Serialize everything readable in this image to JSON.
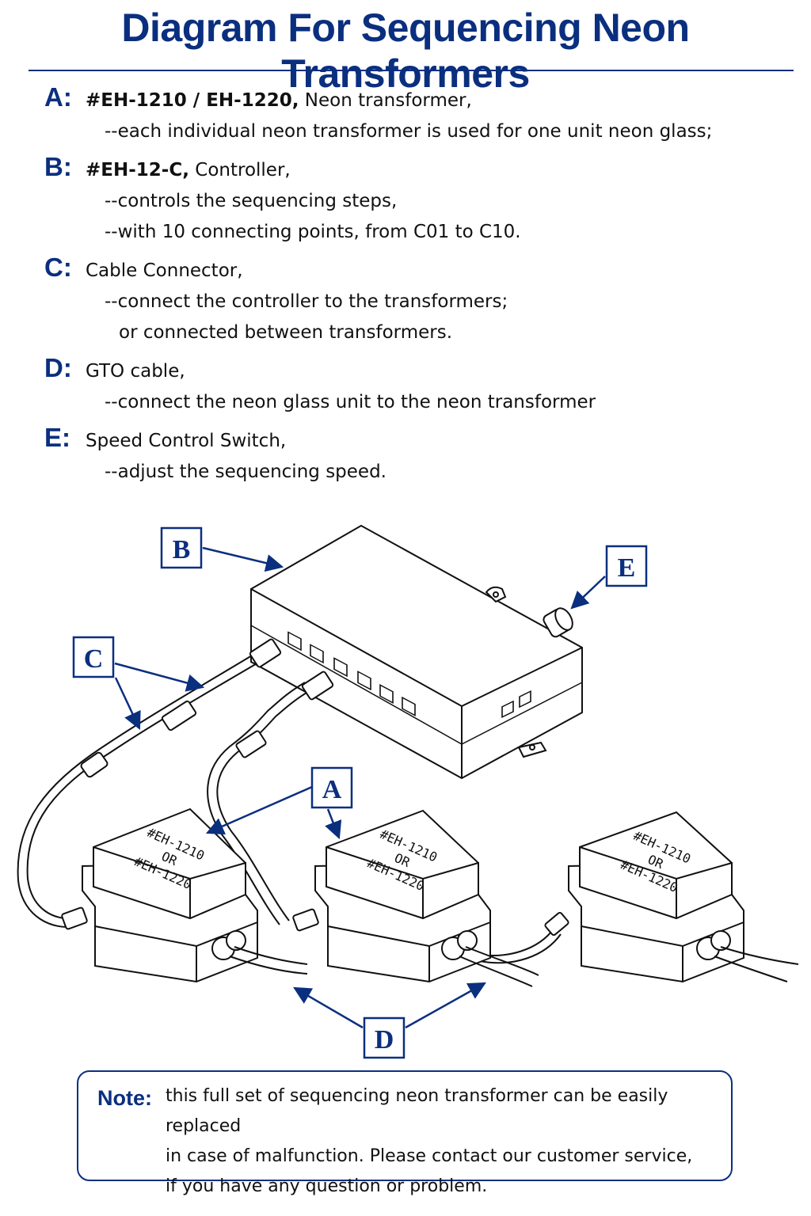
{
  "title": "Diagram For Sequencing Neon Transformers",
  "legend": [
    {
      "key": "A:",
      "code": "#EH-1210 / EH-1220,",
      "name": "Neon transformer,",
      "lines": [
        "--each individual neon transformer is used for one unit neon glass;"
      ]
    },
    {
      "key": "B:",
      "code": "#EH-12-C,",
      "name": "Controller,",
      "lines": [
        "--controls the sequencing steps,",
        "--with 10 connecting points, from C01 to C10."
      ]
    },
    {
      "key": "C:",
      "code": "",
      "name": "Cable Connector,",
      "lines": [
        "--connect the controller to the transformers;",
        "or connected between transformers."
      ]
    },
    {
      "key": "D:",
      "code": "",
      "name": "GTO cable,",
      "lines": [
        "--connect the neon glass unit to the neon transformer"
      ]
    },
    {
      "key": "E:",
      "code": "",
      "name": "Speed Control Switch,",
      "lines": [
        "--adjust the sequencing speed."
      ]
    }
  ],
  "diagram": {
    "callouts": {
      "a": "A",
      "b": "B",
      "c": "C",
      "d": "D",
      "e": "E"
    },
    "transformer_label": {
      "line1": "#EH-1210",
      "line2": "OR",
      "line3": "#EH-1220"
    }
  },
  "note": {
    "label": "Note:",
    "text_lines": [
      "this full set of sequencing neon transformer can be easily replaced",
      "in case of malfunction.  Please contact our customer service,",
      "if you have any question or problem."
    ]
  },
  "colors": {
    "accent": "#0b2f7f",
    "line": "#111111"
  }
}
